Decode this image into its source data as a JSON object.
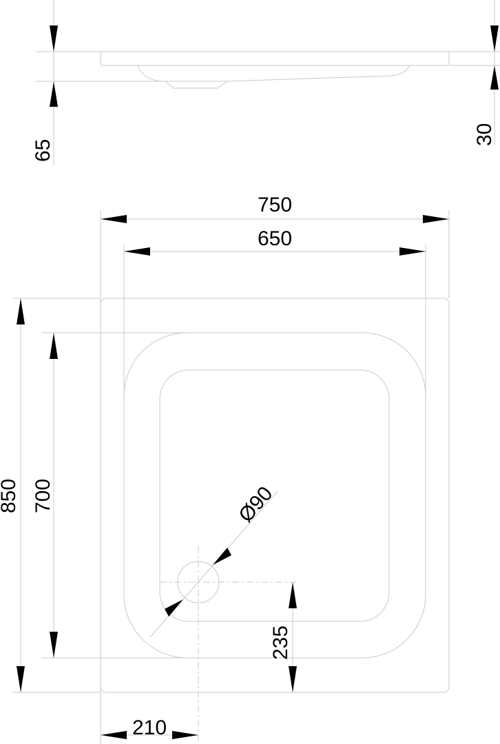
{
  "title": "Shower tray technical drawing",
  "dimensions": {
    "total_height": "65",
    "rim_height": "30",
    "outer_width": "750",
    "inner_width": "650",
    "outer_length": "850",
    "inner_length": "700",
    "drain_diameter": "Ø90",
    "drain_from_bottom": "235",
    "drain_from_left": "210"
  }
}
